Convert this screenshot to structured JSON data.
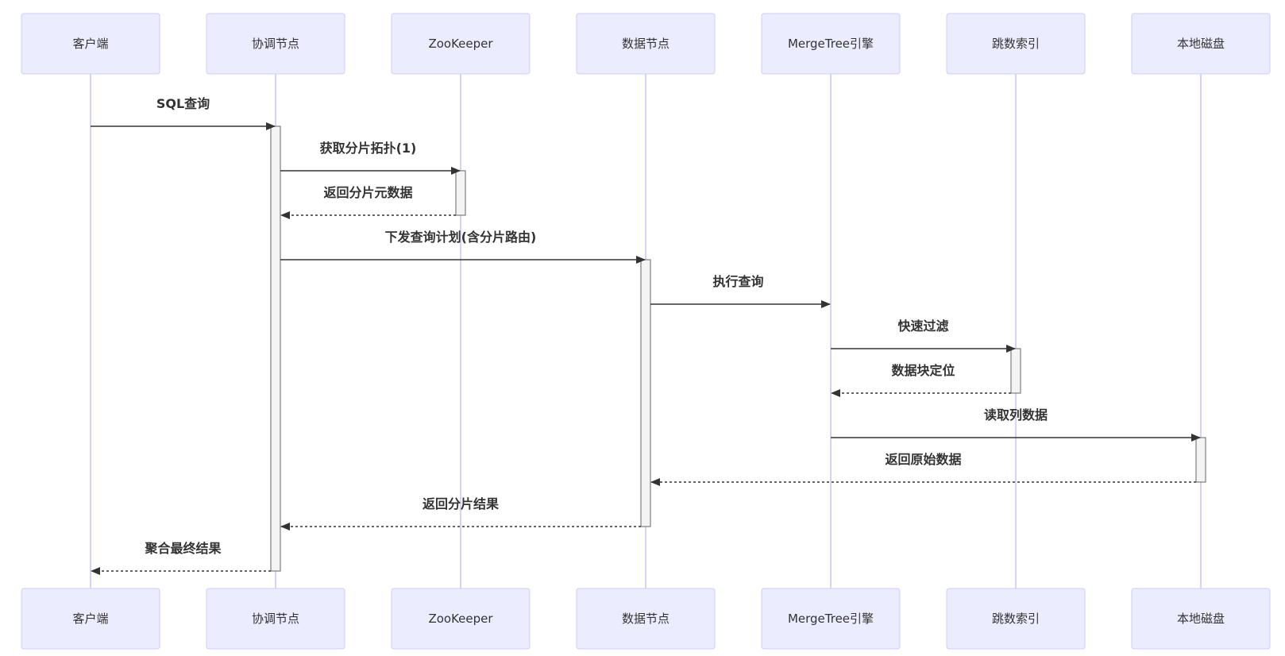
{
  "participants": [
    {
      "id": "client",
      "label": "客户端"
    },
    {
      "id": "coordinator",
      "label": "协调节点"
    },
    {
      "id": "zookeeper",
      "label": "ZooKeeper"
    },
    {
      "id": "datanode",
      "label": "数据节点"
    },
    {
      "id": "mergetree",
      "label": "MergeTree引擎"
    },
    {
      "id": "skipindex",
      "label": "跳数索引"
    },
    {
      "id": "disk",
      "label": "本地磁盘"
    }
  ],
  "messages": [
    {
      "from": "client",
      "to": "coordinator",
      "label": "SQL查询",
      "style": "solid"
    },
    {
      "from": "coordinator",
      "to": "zookeeper",
      "label": "获取分片拓扑(1)",
      "style": "solid"
    },
    {
      "from": "zookeeper",
      "to": "coordinator",
      "label": "返回分片元数据",
      "style": "dashed"
    },
    {
      "from": "coordinator",
      "to": "datanode",
      "label": "下发查询计划(含分片路由)",
      "style": "solid"
    },
    {
      "from": "datanode",
      "to": "mergetree",
      "label": "执行查询",
      "style": "solid"
    },
    {
      "from": "mergetree",
      "to": "skipindex",
      "label": "快速过滤",
      "style": "solid"
    },
    {
      "from": "skipindex",
      "to": "mergetree",
      "label": "数据块定位",
      "style": "dashed"
    },
    {
      "from": "mergetree",
      "to": "disk",
      "label": "读取列数据",
      "style": "solid"
    },
    {
      "from": "disk",
      "to": "datanode",
      "label": "返回原始数据",
      "style": "dashed"
    },
    {
      "from": "datanode",
      "to": "coordinator",
      "label": "返回分片结果",
      "style": "dashed"
    },
    {
      "from": "coordinator",
      "to": "client",
      "label": "聚合最终结果",
      "style": "dashed"
    }
  ],
  "activations": [
    {
      "participant": "coordinator",
      "from_message": 0,
      "to_message": 10
    },
    {
      "participant": "zookeeper",
      "from_message": 1,
      "to_message": 2
    },
    {
      "participant": "datanode",
      "from_message": 3,
      "to_message": 9
    },
    {
      "participant": "skipindex",
      "from_message": 5,
      "to_message": 6
    },
    {
      "participant": "disk",
      "from_message": 7,
      "to_message": 8
    }
  ],
  "colors": {
    "actor_fill": "#ECECFF",
    "actor_stroke": "#CCCCFF",
    "lifeline": "#D4D4F8",
    "activation_fill": "#F4F4F4",
    "activation_stroke": "#666666",
    "text": "#333333"
  }
}
